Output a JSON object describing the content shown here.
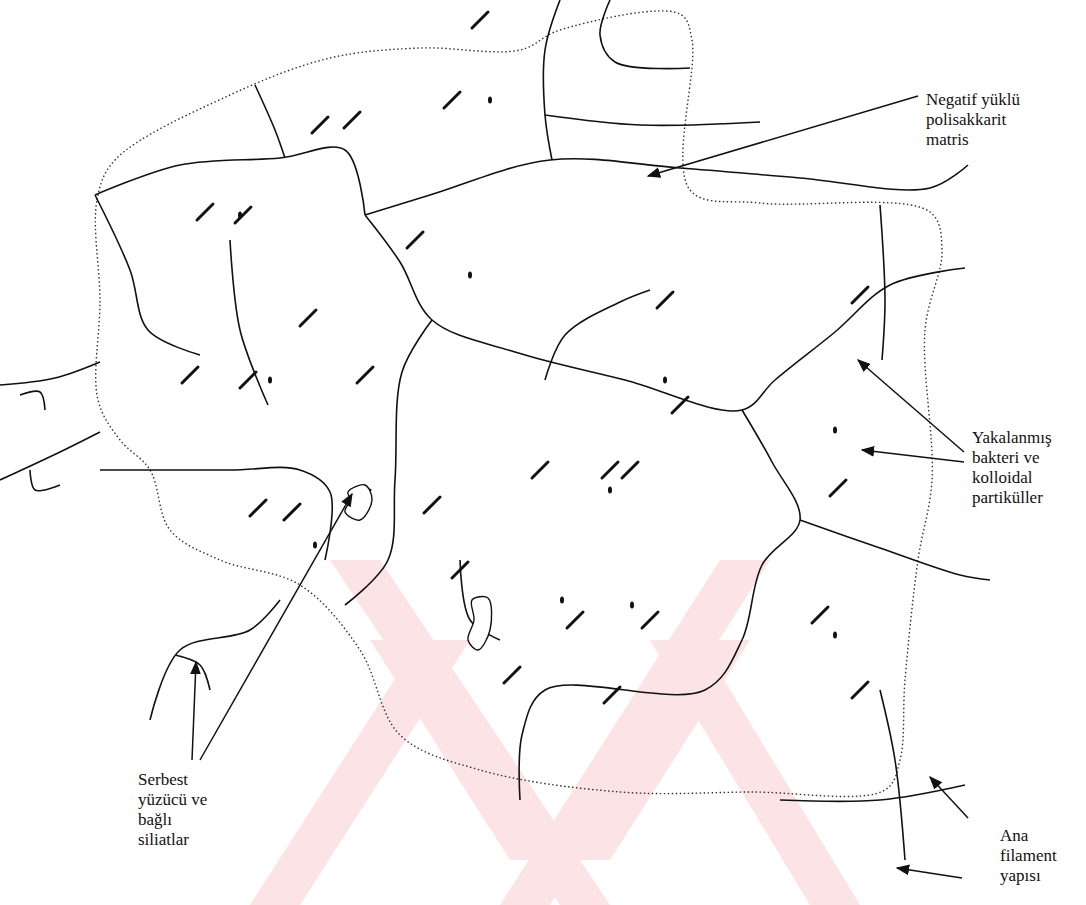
{
  "diagram": {
    "labels": [
      "Negatif yüklü polisakkarit matris",
      "Yakalanmış bakteri ve kolloidal partiküller",
      "Serbest yüzücü ve bağlı siliatlar",
      "Ana filament yapısı"
    ]
  }
}
